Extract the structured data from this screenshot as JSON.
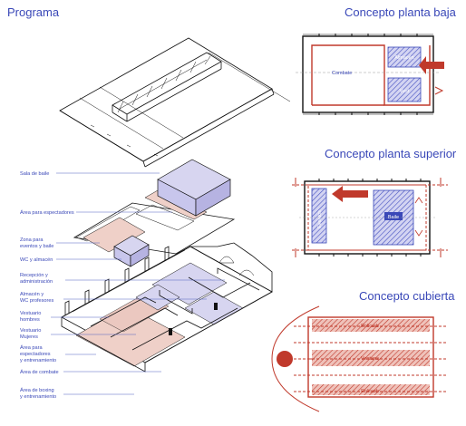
{
  "titles": {
    "programa": "Programa",
    "planta_baja": "Concepto planta baja",
    "planta_superior": "Concepto planta superior",
    "cubierta": "Concepto cubierta"
  },
  "labels": {
    "sala_baile": "Sala de baile",
    "area_espectadores": "Área para espectadores",
    "zona_eventos_1": "Zona para",
    "zona_eventos_2": "eventos y baile",
    "wc_almacen": "WC y almacén",
    "recepcion_1": "Recepción y",
    "recepcion_2": "administración",
    "almacen_wc_1": "Almacén y",
    "almacen_wc_2": "WC profesores",
    "vestuario_h_1": "Vestuario",
    "vestuario_h_2": "hombres",
    "vestuario_m_1": "Vestuario",
    "vestuario_m_2": "Mujeres",
    "area_esp_ent_1": "Área para",
    "area_esp_ent_2": "espectadores",
    "area_esp_ent_3": "y entrenamiento",
    "area_combate": "Área de combate",
    "area_boxing_1": "Área de boxing",
    "area_boxing_2": "y entrenamiento"
  },
  "plan_baja": {
    "almacen": "Almacén",
    "vest": "Vest",
    "combate": "Combate"
  },
  "plan_superior": {
    "eventos": "Eventos",
    "baile": "Baile"
  },
  "cubierta": {
    "policarb_top": "Policarb",
    "ventana": "Ventana",
    "policarb_bottom": "Policarb"
  },
  "colors": {
    "accent_blue": "#3a48b8",
    "red": "#c0392b",
    "violet_fill": "#c8c6ec",
    "pink_fill": "#efd0c8"
  }
}
